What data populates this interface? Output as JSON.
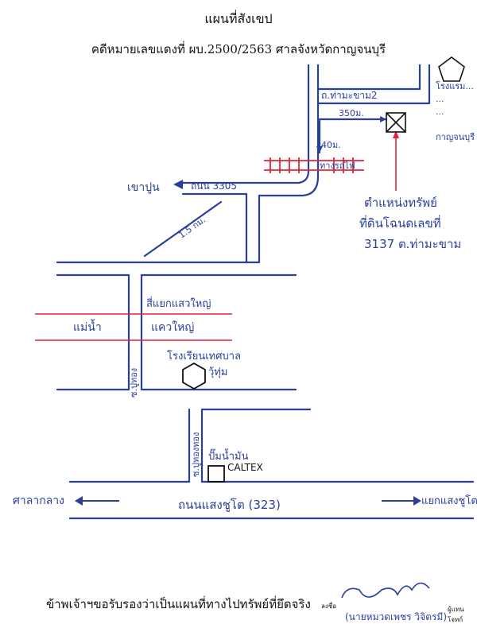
{
  "header": {
    "title": "แผนที่สังเขป",
    "case_line": "คดีหมายเลขแดงที่ ผบ.2500/2563  ศาลจังหวัดกาญจนบุรี"
  },
  "map": {
    "labels": {
      "top_road": "ถ.ท่ามะขาม2",
      "right_text_1": "โรงแรม...",
      "right_text_2": "...",
      "right_text_3": "...",
      "right_text_4": "กาญจนบุรี",
      "distance_350": "350ม.",
      "distance_40": "40ม.",
      "rail_label": "ทางรถไฟ",
      "khao_poon": "เขาปูน",
      "road_3305": "ถนน 3305",
      "distance_1_5km": "1.5 กม.",
      "property_1": "ตำแหน่งทรัพย์",
      "property_2": "ที่ดินโฉนดเลขที่",
      "property_3": "3137 ต.ท่ามะขาม",
      "junction": "สี่แยกแสวใหญ่",
      "mae_nam": "แม่น้ำ",
      "saeo_yai": "แควใหญ่",
      "school_1": "โรงเรียนเทศบาล",
      "school_2": "วุ้ทุ่ม",
      "soi_left": "ซ.ปูทอง",
      "soi_right": "ซ.ปูทองทอง",
      "gas_station": "ปั๊มน้ำมัน",
      "caltex": "CALTEX",
      "left_dest": "ศาลากลาง",
      "main_road": "ถนนแสงชูโต (323)",
      "right_dest": "แยกแสงชูโต"
    },
    "colors": {
      "road": "#2a3f9a",
      "rail": "#e0243a",
      "ink": "#111111"
    }
  },
  "footer": {
    "certification": "ข้าพเจ้าฯขอรับรองว่าเป็นแผนที่ทางไปทรัพย์ที่ยึดจริง",
    "sign_label": "ลงชื่อ",
    "agent_label": "ผู้แทนโจทก์",
    "signer_name": "(นายหมวดเพชร วิจิตรมี)"
  }
}
